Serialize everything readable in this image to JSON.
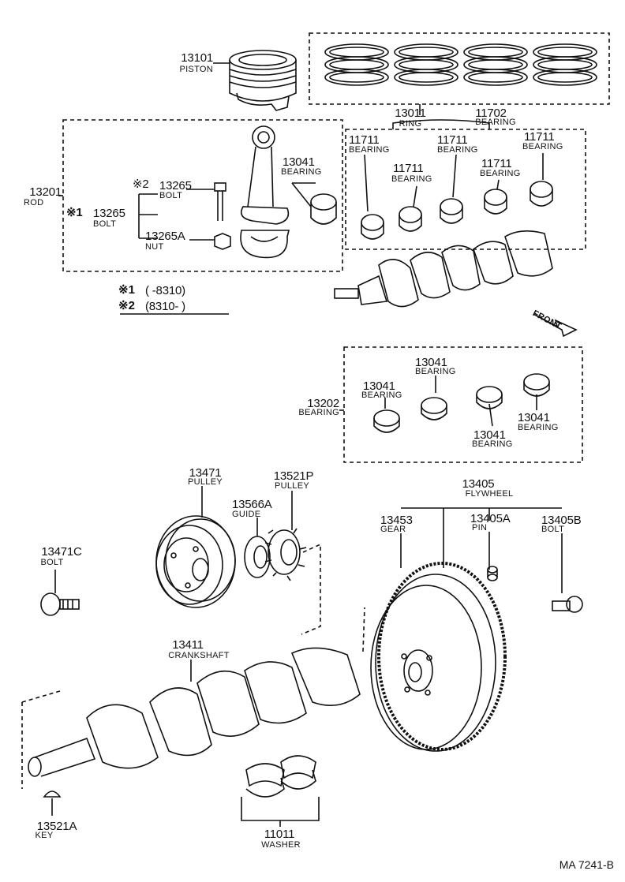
{
  "parts": {
    "piston": {
      "number": "13101",
      "name": "PISTON"
    },
    "ring": {
      "number": "13011",
      "name": "RING"
    },
    "bearing_set": {
      "number": "11702",
      "name": "BEARING"
    },
    "main_bearing_1": {
      "number": "11711",
      "name": "BEARING"
    },
    "main_bearing_2": {
      "number": "11711",
      "name": "BEARING"
    },
    "main_bearing_3": {
      "number": "11711",
      "name": "BEARING"
    },
    "main_bearing_4": {
      "number": "11711",
      "name": "BEARING"
    },
    "main_bearing_5": {
      "number": "11711",
      "name": "BEARING"
    },
    "rod": {
      "number": "13201",
      "name": "ROD"
    },
    "bolt_2": {
      "mark": "※2",
      "number": "13265",
      "name": "BOLT"
    },
    "bolt_1": {
      "mark": "※1",
      "number": "13265",
      "name": "BOLT"
    },
    "nut": {
      "number": "13265A",
      "name": "NUT"
    },
    "rod_bearing": {
      "number": "13041",
      "name": "BEARING"
    },
    "rod_bearing_set": {
      "number": "13202",
      "name": "BEARING"
    },
    "rb_1": {
      "number": "13041",
      "name": "BEARING"
    },
    "rb_2": {
      "number": "13041",
      "name": "BEARING"
    },
    "rb_3": {
      "number": "13041",
      "name": "BEARING"
    },
    "rb_4": {
      "number": "13041",
      "name": "BEARING"
    },
    "pulley": {
      "number": "13471",
      "name": "PULLEY"
    },
    "pulley_p": {
      "number": "13521P",
      "name": "PULLEY"
    },
    "guide": {
      "number": "13566A",
      "name": "GUIDE"
    },
    "flywheel": {
      "number": "13405",
      "name": "FLYWHEEL"
    },
    "gear": {
      "number": "13453",
      "name": "GEAR"
    },
    "pin": {
      "number": "13405A",
      "name": "PIN"
    },
    "fw_bolt": {
      "number": "13405B",
      "name": "BOLT"
    },
    "pulley_bolt": {
      "number": "13471C",
      "name": "BOLT"
    },
    "crankshaft": {
      "number": "13411",
      "name": "CRANKSHAFT"
    },
    "key": {
      "number": "13521A",
      "name": "KEY"
    },
    "washer": {
      "number": "11011",
      "name": "WASHER"
    }
  },
  "notes": {
    "n1_mark": "※1",
    "n1_range": "(      -8310)",
    "n2_mark": "※2",
    "n2_range": "(8310-      )"
  },
  "front_label": "FRONT",
  "diagram_code": "MA  7241-B"
}
